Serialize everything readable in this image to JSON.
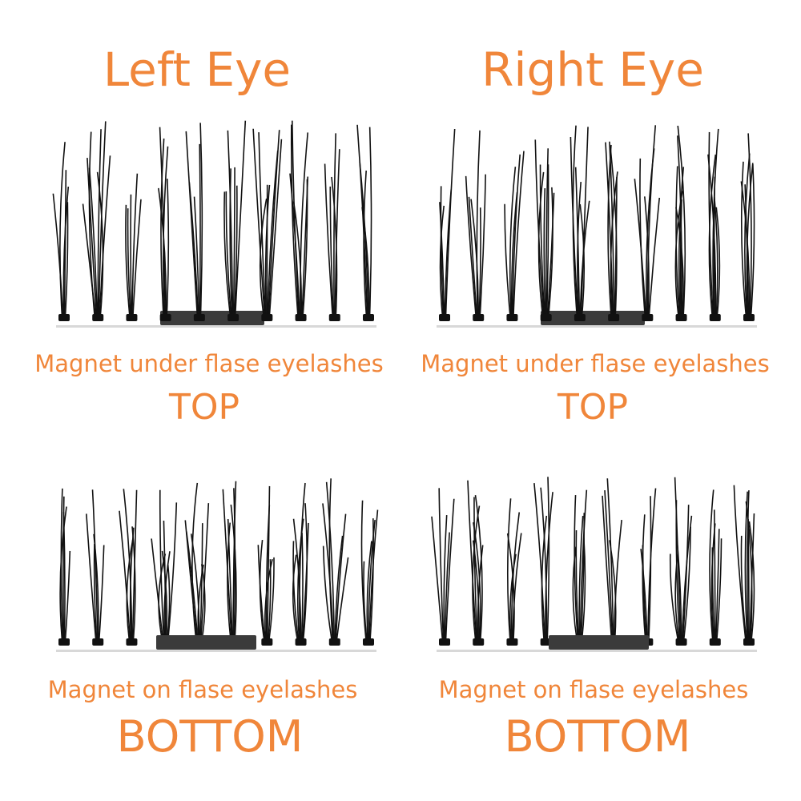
{
  "colors": {
    "accent": "#F0863A",
    "lash": "#111111",
    "magnet": "#3b3b3b"
  },
  "headers": {
    "left": "Left Eye",
    "right": "Right Eye"
  },
  "panels": {
    "top_left": {
      "caption": "Magnet under flase eyelashes",
      "label": "TOP"
    },
    "top_right": {
      "caption": "Magnet under flase eyelashes",
      "label": "TOP"
    },
    "bottom_left": {
      "caption": "Magnet on flase eyelashes",
      "label": "BOTTOM"
    },
    "bottom_right": {
      "caption": "Magnet on flase eyelashes",
      "label": "BOTTOM"
    }
  }
}
